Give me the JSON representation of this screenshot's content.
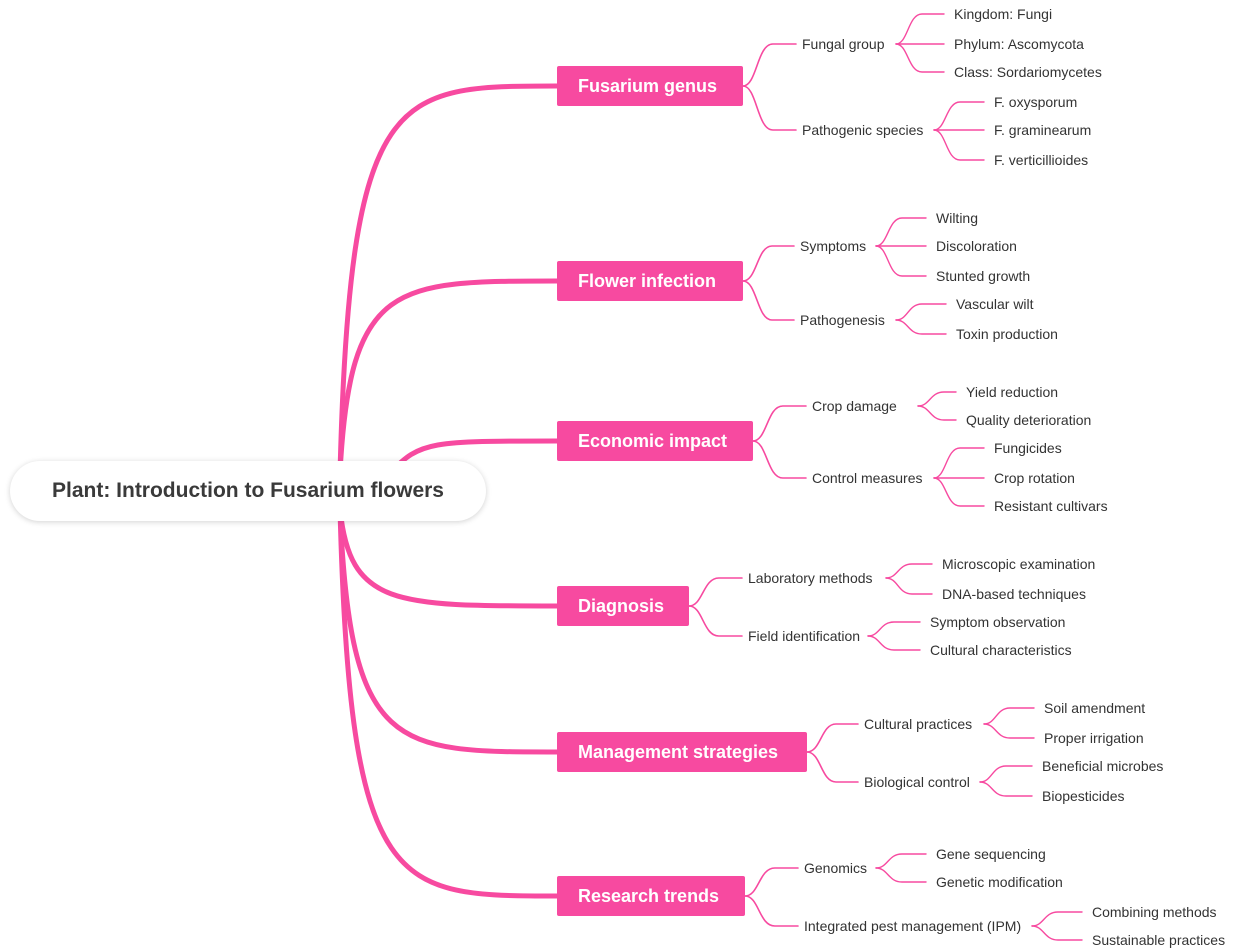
{
  "root": {
    "label": "Plant: Introduction to Fusarium flowers"
  },
  "colors": {
    "accent": "#f74aa0",
    "root_text": "#3a3a3a",
    "text": "#333333",
    "background": "#ffffff"
  },
  "branches": [
    {
      "label": "Fusarium genus",
      "children": [
        {
          "label": "Fungal group",
          "children": [
            "Kingdom: Fungi",
            "Phylum: Ascomycota",
            "Class: Sordariomycetes"
          ]
        },
        {
          "label": "Pathogenic species",
          "children": [
            "F. oxysporum",
            "F. graminearum",
            "F. verticillioides"
          ]
        }
      ]
    },
    {
      "label": "Flower infection",
      "children": [
        {
          "label": "Symptoms",
          "children": [
            "Wilting",
            "Discoloration",
            "Stunted growth"
          ]
        },
        {
          "label": "Pathogenesis",
          "children": [
            "Vascular wilt",
            "Toxin production"
          ]
        }
      ]
    },
    {
      "label": "Economic impact",
      "children": [
        {
          "label": "Crop damage",
          "children": [
            "Yield reduction",
            "Quality deterioration"
          ]
        },
        {
          "label": "Control measures",
          "children": [
            "Fungicides",
            "Crop rotation",
            "Resistant cultivars"
          ]
        }
      ]
    },
    {
      "label": "Diagnosis",
      "children": [
        {
          "label": "Laboratory methods",
          "children": [
            "Microscopic examination",
            "DNA-based techniques"
          ]
        },
        {
          "label": "Field identification",
          "children": [
            "Symptom observation",
            "Cultural characteristics"
          ]
        }
      ]
    },
    {
      "label": "Management strategies",
      "children": [
        {
          "label": "Cultural practices",
          "children": [
            "Soil amendment",
            "Proper irrigation"
          ]
        },
        {
          "label": "Biological control",
          "children": [
            "Beneficial microbes",
            "Biopesticides"
          ]
        }
      ]
    },
    {
      "label": "Research trends",
      "children": [
        {
          "label": "Genomics",
          "children": [
            "Gene sequencing",
            "Genetic modification"
          ]
        },
        {
          "label": "Integrated pest management (IPM)",
          "children": [
            "Combining methods",
            "Sustainable practices"
          ]
        }
      ]
    }
  ]
}
